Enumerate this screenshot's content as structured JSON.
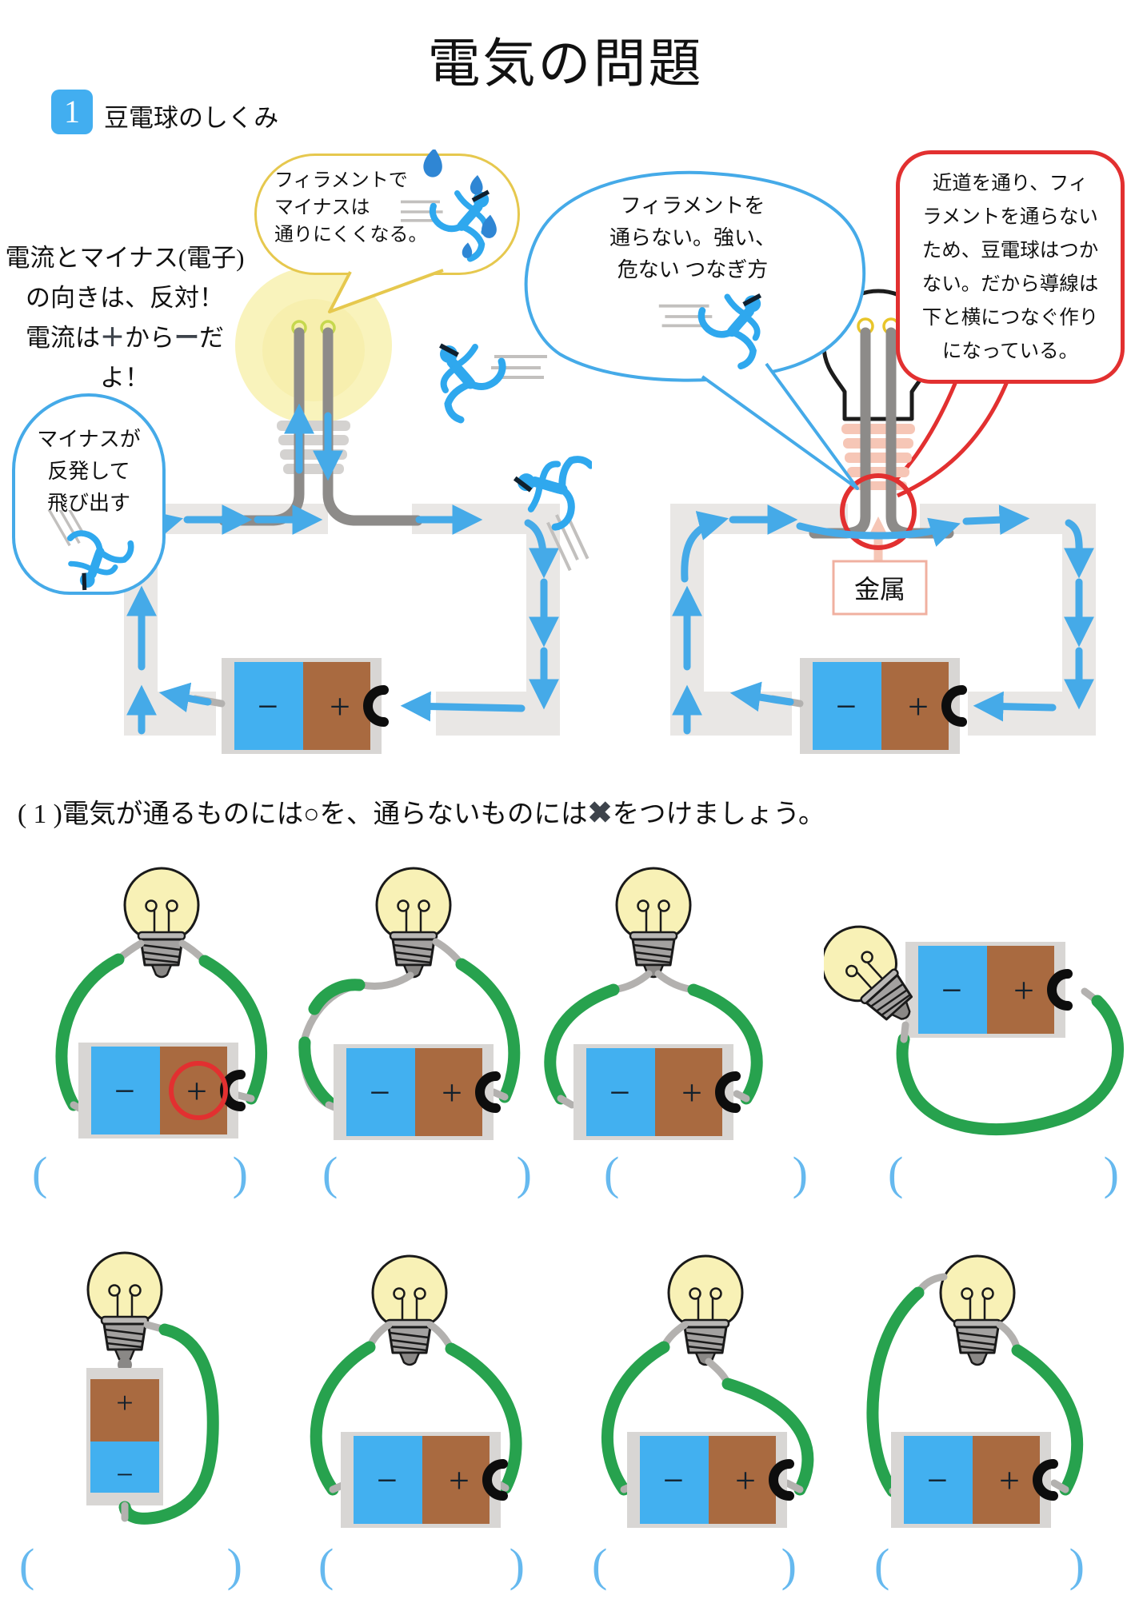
{
  "page": {
    "title": "電気の問題"
  },
  "section": {
    "number": "1",
    "title": "豆電球のしくみ",
    "badge_color": "#42aef0"
  },
  "intro_note": {
    "line1": "電流とマイナス(電子)",
    "line2": "の向きは、反対！",
    "line3_pre": "電流は",
    "line3_plus": "＋",
    "line3_mid": "から",
    "line3_minus": "ー",
    "line3_post": "だよ！"
  },
  "bubbles": {
    "yellow": {
      "border_color": "#e6c84e",
      "lines": [
        "フィラメントで",
        "マイナスは",
        "通りにくくなる。"
      ]
    },
    "left_blue": {
      "border_color": "#45aae8",
      "lines": [
        "マイナスが",
        "反発して",
        "飛び出す"
      ]
    },
    "center_blue": {
      "border_color": "#45aae8",
      "lines": [
        "フィラメントを",
        "通らない。強い、",
        "危ない つなぎ方"
      ]
    },
    "red": {
      "border_color": "#e23030",
      "lines": [
        "近道を通り、フィ",
        "ラメントを通らない",
        "ため、豆電球はつか",
        "ない。だから導線は",
        "下と横につなぐ作り",
        "になっている。"
      ]
    }
  },
  "diagram": {
    "metal_label": "金属",
    "battery_minus": "−",
    "battery_plus": "+",
    "arrow_color": "#45aae8",
    "wire_green": "#27a24e",
    "battery_blue": "#42b0f0",
    "battery_brown": "#a96a40",
    "highlight_red": "#e23030",
    "base_salmon": "#f6c6b6"
  },
  "question1": {
    "prefix": "( 1 )電気が通るものには○を、通らないものには",
    "cross": "✖",
    "suffix": "をつけましょう。"
  },
  "answer_slot": {
    "open": "(",
    "close": ")",
    "color": "#66b9ef"
  }
}
